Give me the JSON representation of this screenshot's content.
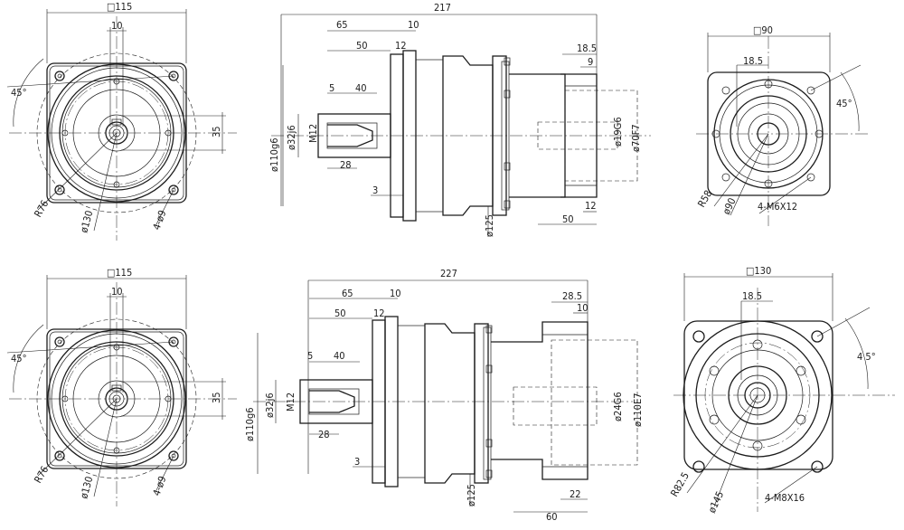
{
  "top_row": {
    "front_flange": {
      "square": "□115",
      "key_width": "10",
      "angle": "45°",
      "key_height": "35",
      "radius": "R76",
      "bolt_circle": "ø130",
      "holes": "4-ø9"
    },
    "side_section": {
      "overall_length": "217",
      "flange_offset": "65",
      "flange_thickness": "10",
      "shaft_length": "50",
      "shoulder": "12",
      "key_offset": "5",
      "key_length": "40",
      "pilot_dia": "ø110g6",
      "shaft_dia": "ø32j6",
      "thread": "M12",
      "thread_depth": "28",
      "spigot": "3",
      "body_dia": "ø125",
      "input_depth": "18.5",
      "input_step": "9",
      "input_bore": "ø19G6",
      "input_pilot": "ø70F7",
      "input_length": "50",
      "input_flange": "12"
    },
    "rear_view": {
      "square": "□90",
      "offset": "18.5",
      "angle": "45°",
      "radius": "R58",
      "pcd": "ø90",
      "holes": "4-M6X12"
    }
  },
  "bottom_row": {
    "front_flange": {
      "square": "□115",
      "key_width": "10",
      "angle": "45°",
      "key_height": "35",
      "radius": "R76",
      "bolt_circle": "ø130",
      "holes": "4-ø9"
    },
    "side_section": {
      "overall_length": "227",
      "flange_offset": "65",
      "flange_thickness": "10",
      "shaft_length": "50",
      "shoulder": "12",
      "key_offset": "5",
      "key_length": "40",
      "pilot_dia": "ø110g6",
      "shaft_dia": "ø32j6",
      "thread": "M12",
      "thread_depth": "28",
      "spigot": "3",
      "body_dia": "ø125",
      "input_depth": "28.5",
      "input_step": "10",
      "input_bore": "ø24G6",
      "input_pilot": "ø110E7",
      "input_length": "60",
      "input_flange": "22"
    },
    "rear_view": {
      "square": "□130",
      "offset": "18.5",
      "angle": "4 5°",
      "radius": "R82.5",
      "pcd": "ø145",
      "holes": "4-M8X16"
    }
  }
}
